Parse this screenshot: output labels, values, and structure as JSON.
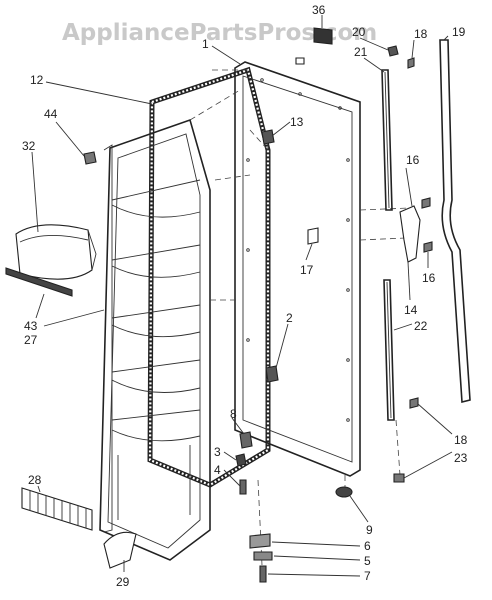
{
  "watermark": "AppliancePartsPros.com",
  "callouts": [
    "36",
    "1",
    "20",
    "18",
    "19",
    "21",
    "12",
    "44",
    "13",
    "32",
    "16",
    "16",
    "17",
    "14",
    "2",
    "22",
    "43",
    "27",
    "8",
    "3",
    "4",
    "18",
    "23",
    "28",
    "9",
    "6",
    "5",
    "7",
    "29"
  ]
}
